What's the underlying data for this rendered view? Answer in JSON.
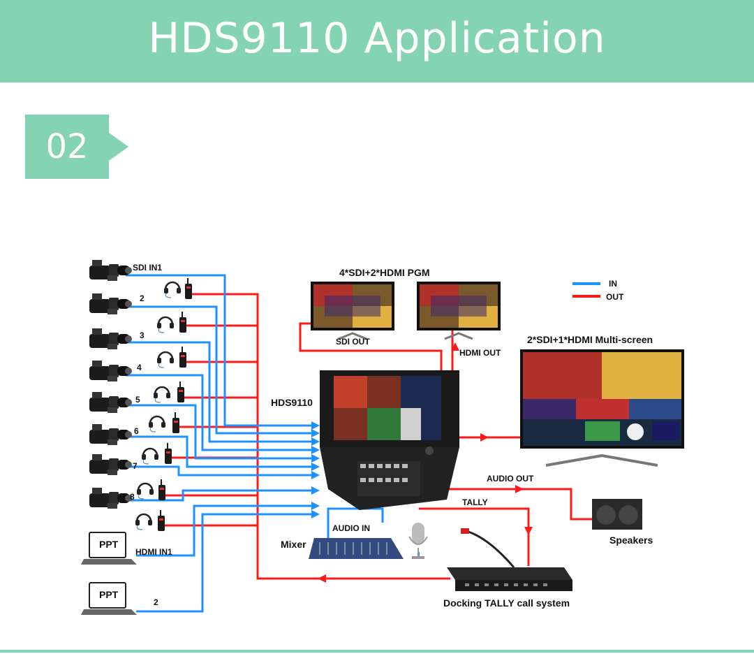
{
  "header": {
    "title": "HDS9110 Application"
  },
  "section": {
    "number": "02"
  },
  "legend": {
    "in": "IN",
    "out": "OUT",
    "in_color": "#1e90ff",
    "out_color": "#ff1a1a"
  },
  "labels": {
    "sdi_in1": "SDI IN1",
    "n2": "2",
    "n3": "3",
    "n4": "4",
    "n5": "5",
    "n6": "6",
    "n7": "7",
    "n8": "8",
    "ppt1": "PPT",
    "ppt2": "PPT",
    "hdmi_in1": "HDMI IN1",
    "hdmi_in2": "2",
    "pgm": "4*SDI+2*HDMI PGM",
    "sdi_out": "SDI OUT",
    "hdmi_out": "HDMI OUT",
    "device": "HDS9110",
    "multiscreen": "2*SDI+1*HDMI Multi-screen",
    "audio_out": "AUDIO OUT",
    "tally": "TALLY",
    "audio_in": "AUDIO IN",
    "mixer": "Mixer",
    "speakers": "Speakers",
    "docking": "Docking TALLY call system"
  },
  "icons": [
    "camcorder-icon",
    "headset-icon",
    "walkie-talkie-icon",
    "laptop-icon",
    "monitor-icon",
    "switcher-icon",
    "mixer-icon",
    "microphone-icon",
    "speaker-icon",
    "tally-rack-icon",
    "gooseneck-mic-icon"
  ]
}
